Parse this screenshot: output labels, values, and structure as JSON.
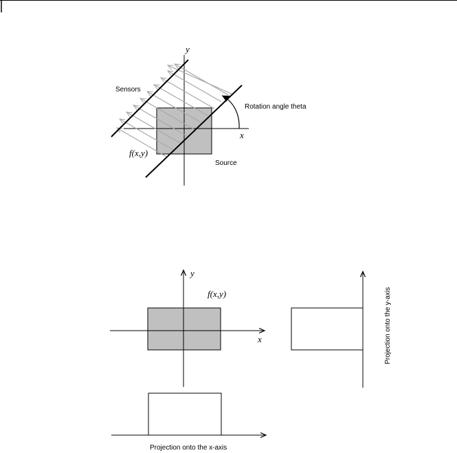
{
  "top_diagram": {
    "y_axis_label": "y",
    "x_axis_label": "x",
    "sensors_label": "Sensors",
    "rotation_label": "Rotation angle theta",
    "function_label": "f(x,y)",
    "source_label": "Source"
  },
  "bottom_diagram": {
    "y_axis_label": "y",
    "x_axis_label": "x",
    "function_label": "f(x,y)",
    "projection_x_label": "Projection onto the x-axis",
    "projection_y_label": "Projection onto the y-axis"
  },
  "colors": {
    "object_fill": "#c0c0c0",
    "ray_color": "#a8a8a8",
    "line_color": "#000000"
  }
}
